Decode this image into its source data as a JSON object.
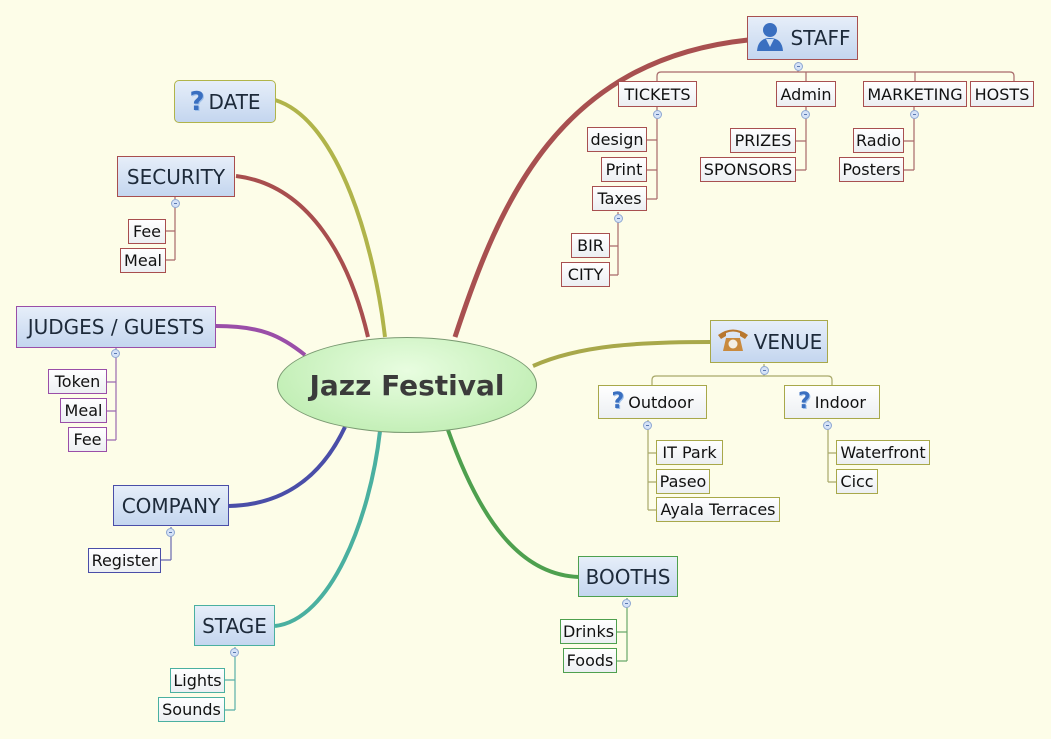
{
  "central": {
    "label": "Jazz Festival"
  },
  "colors": {
    "background": "#fdfde8",
    "staff": "#a85050",
    "date": "#b0b44a",
    "security": "#a84e4e",
    "judges": "#9a4ea8",
    "company": "#4a4ea8",
    "stage": "#4ab0a0",
    "booths": "#4ea04e",
    "venue": "#a8a84a"
  },
  "topics": {
    "date": {
      "label": "DATE",
      "icon": "question-icon"
    },
    "security": {
      "label": "SECURITY",
      "children": [
        "Fee",
        "Meal"
      ]
    },
    "judges": {
      "label": "JUDGES / GUESTS",
      "children": [
        "Token",
        "Meal",
        "Fee"
      ]
    },
    "company": {
      "label": "COMPANY",
      "children": [
        "Register"
      ]
    },
    "stage": {
      "label": "STAGE",
      "children": [
        "Lights",
        "Sounds"
      ]
    },
    "booths": {
      "label": "BOOTHS",
      "children": [
        "Drinks",
        "Foods"
      ]
    },
    "staff": {
      "label": "STAFF",
      "icon": "user-icon",
      "tickets": {
        "label": "TICKETS",
        "children": [
          "design",
          "Print",
          "Taxes"
        ],
        "taxes_children": [
          "BIR",
          "CITY"
        ]
      },
      "admin": {
        "label": "Admin",
        "children": [
          "PRIZES",
          "SPONSORS"
        ]
      },
      "marketing": {
        "label": "MARKETING",
        "children": [
          "Radio",
          "Posters"
        ]
      },
      "hosts": {
        "label": "HOSTS"
      }
    },
    "venue": {
      "label": "VENUE",
      "icon": "telephone-icon",
      "outdoor": {
        "label": "Outdoor",
        "icon": "question-icon",
        "children": [
          "IT Park",
          "Paseo",
          "Ayala Terraces"
        ]
      },
      "indoor": {
        "label": "Indoor",
        "icon": "question-icon",
        "children": [
          "Waterfront",
          "Cicc"
        ]
      }
    }
  }
}
